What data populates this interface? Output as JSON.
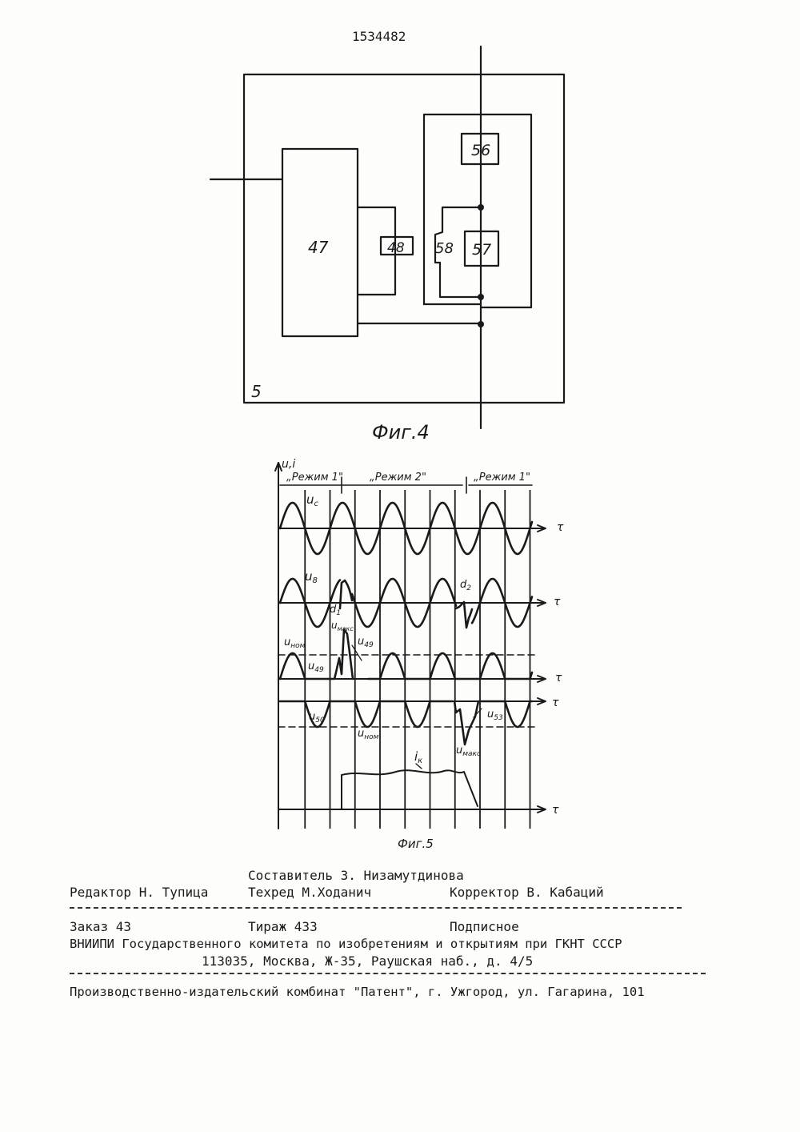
{
  "header": {
    "patent_number": "1534482"
  },
  "fig4": {
    "caption": "Фиг.4",
    "blocks": {
      "b47": "47",
      "b48": "48",
      "b56": "56",
      "b57": "57",
      "b58": "58",
      "b5": "5"
    }
  },
  "fig5": {
    "caption": "Фиг.5",
    "axis_y": "u,i",
    "modes": [
      "„Режим 1\"",
      "„Режим 2\"",
      "„Режим 1\""
    ],
    "axis_t": "τ",
    "labels": {
      "uc": "u",
      "uc_sub": "c",
      "u8": "u",
      "u8_sub": "8",
      "d1": "d",
      "d1_sub": "1",
      "d2": "d",
      "d2_sub": "2",
      "umax1": "u",
      "umax1_sub": "макс",
      "umax2": "u",
      "umax2_sub": "макс",
      "unom1": "u",
      "unom1_sub": "ном",
      "unom2": "u",
      "unom2_sub": "ном",
      "u49a": "u",
      "u49a_sub": "49",
      "u49b": "u",
      "u49b_sub": "49",
      "u50": "u",
      "u50_sub": "50",
      "u53": "u",
      "u53_sub": "53",
      "ik": "i",
      "ik_sub": "к"
    }
  },
  "footer": {
    "composer": "Составитель З. Низамутдинова",
    "editor": "Редактор Н. Тупица",
    "techred": "Техред М.Ходанич",
    "corrector": "Корректор В. Кабаций",
    "order": "Заказ 43",
    "circulation": "Тираж 433",
    "subscription": "Подписное",
    "org": "ВНИИПИ Государственного комитета по изобретениям и открытиям при ГКНТ СССР",
    "address": "113035, Москва, Ж-35, Раушская наб., д. 4/5",
    "publisher": "Производственно-издательский комбинат \"Патент\", г. Ужгород, ул. Гагарина, 101"
  }
}
